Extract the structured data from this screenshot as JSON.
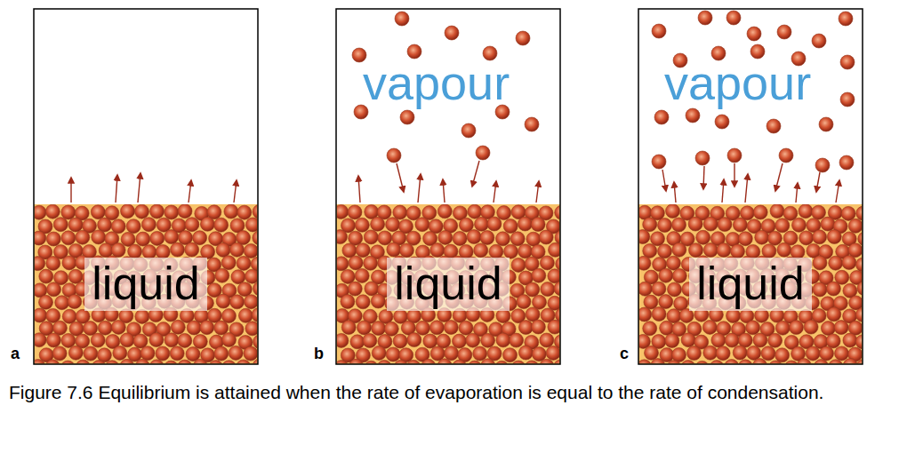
{
  "diagram": {
    "caption": "Figure 7.6 Equilibrium is attained when the rate of evaporation is equal to the rate of condensation.",
    "nodes": [
      {
        "text": [
          "liquid"
        ]
      },
      {
        "text": [
          "liquid"
        ]
      },
      {
        "text": [
          "liquid"
        ]
      }
    ],
    "labels": [
      "a",
      "vapour",
      "b",
      "vapour",
      "c"
    ]
  }
}
